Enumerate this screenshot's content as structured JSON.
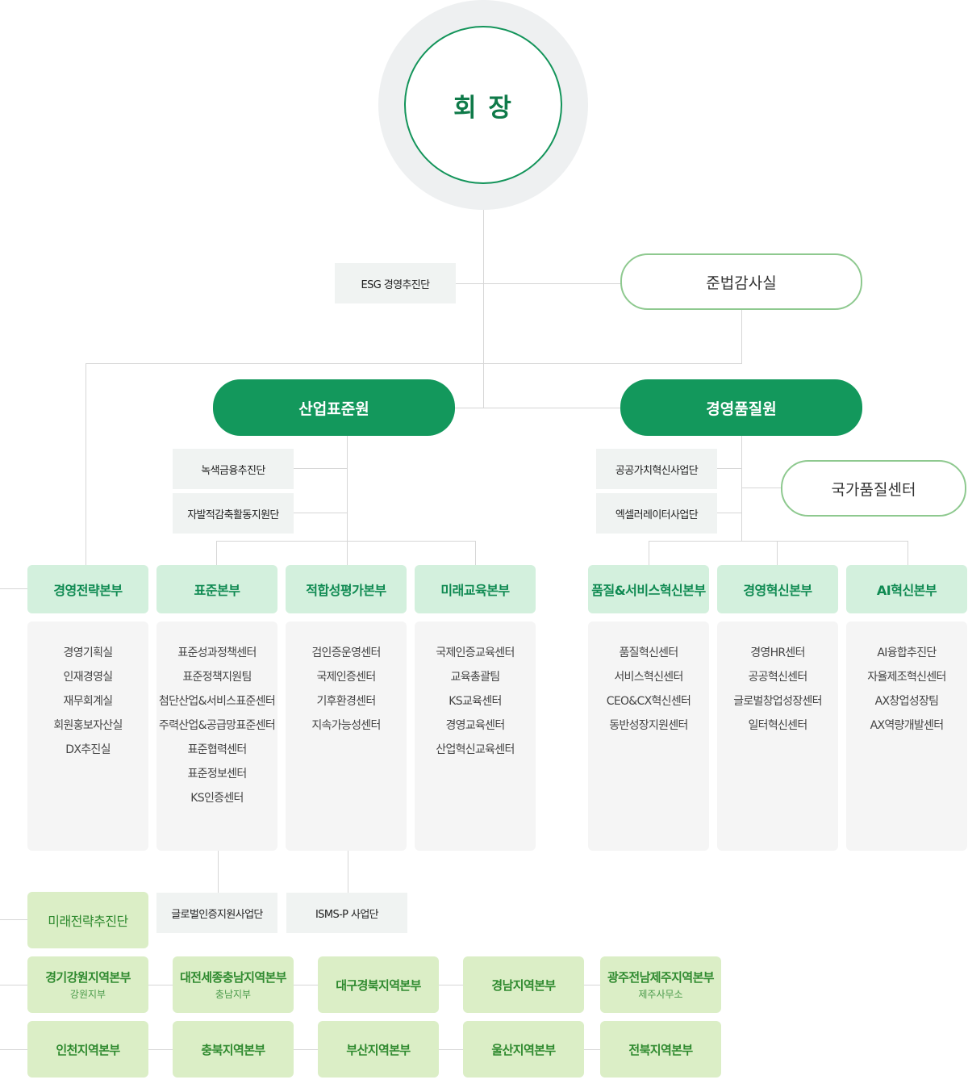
{
  "chairman": "회 장",
  "esg": "ESG 경영추진단",
  "compliance": "준법감사실",
  "institutes": {
    "left": "산업표준원",
    "right": "경영품질원"
  },
  "national_quality": "국가품질센터",
  "left_groups": [
    "녹색금융추진단",
    "자발적감축활동지원단"
  ],
  "right_groups": [
    "공공가치혁신사업단",
    "엑셀러레이터사업단"
  ],
  "divisions": [
    {
      "name": "경영전략본부",
      "items": [
        "경영기획실",
        "인재경영실",
        "재무회계실",
        "회원홍보자산실",
        "DX추진실"
      ]
    },
    {
      "name": "표준본부",
      "items": [
        "표준성과정책센터",
        "표준정책지원팀",
        "첨단산업&서비스표준센터",
        "주력산업&공급망표준센터",
        "표준협력센터",
        "표준정보센터",
        "KS인증센터"
      ]
    },
    {
      "name": "적합성평가본부",
      "items": [
        "검인증운영센터",
        "국제인증센터",
        "기후환경센터",
        "지속가능성센터"
      ]
    },
    {
      "name": "미래교육본부",
      "items": [
        "국제인증교육센터",
        "교육총괄팀",
        "KS교육센터",
        "경영교육센터",
        "산업혁신교육센터"
      ]
    },
    {
      "name": "품질&서비스혁신본부",
      "items": [
        "품질혁신센터",
        "서비스혁신센터",
        "CEO&CX혁신센터",
        "동반성장지원센터"
      ]
    },
    {
      "name": "경영혁신본부",
      "items": [
        "경영HR센터",
        "공공혁신센터",
        "글로벌창업성장센터",
        "일터혁신센터"
      ]
    },
    {
      "name": "AI혁신본부",
      "items": [
        "AI융합추진단",
        "자율제조혁신센터",
        "AX창업성장팀",
        "AX역량개발센터"
      ]
    }
  ],
  "future_strategy": "미래전략추진단",
  "global_cert": "글로벌인증지원사업단",
  "isms": "ISMS-P 사업단",
  "regions_row1": [
    {
      "name": "경기강원지역본부",
      "sub": "강원지부"
    },
    {
      "name": "대전세종충남지역본부",
      "sub": "충남지부"
    },
    {
      "name": "대구경북지역본부",
      "sub": ""
    },
    {
      "name": "경남지역본부",
      "sub": ""
    },
    {
      "name": "광주전남제주지역본부",
      "sub": "제주사무소"
    }
  ],
  "regions_row2": [
    {
      "name": "인천지역본부"
    },
    {
      "name": "충북지역본부"
    },
    {
      "name": "부산지역본부"
    },
    {
      "name": "울산지역본부"
    },
    {
      "name": "전북지역본부"
    }
  ]
}
